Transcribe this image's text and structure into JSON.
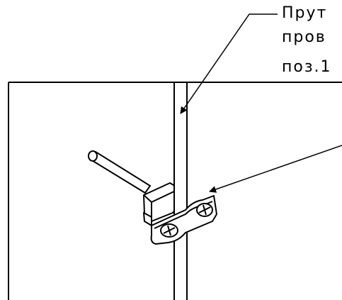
{
  "callout": {
    "line1": "Прут",
    "line2": "пров",
    "line3": "поз.1"
  },
  "colors": {
    "stroke": "#000000",
    "background": "#ffffff"
  }
}
